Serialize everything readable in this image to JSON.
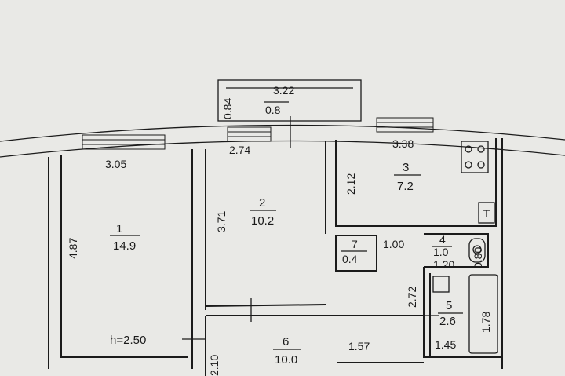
{
  "plan": {
    "balcony": {
      "dim_width": "3.22",
      "dim_depth": "0.84",
      "area": "0.8"
    },
    "rooms": [
      {
        "number": "1",
        "area": "14.9",
        "dim_width": "3.05",
        "dim_height": "4.87",
        "ceiling": "h=2.50"
      },
      {
        "number": "2",
        "area": "10.2",
        "dim_width": "2.74",
        "dim_height": "3.71"
      },
      {
        "number": "3",
        "area": "7.2",
        "dim_width": "3.38",
        "dim_height": "2.12"
      },
      {
        "number": "4",
        "area": "1.0",
        "dim_width": "1.20",
        "dim_height": "0.80"
      },
      {
        "number": "5",
        "area": "2.6",
        "dim_width": "1.45",
        "dim_height": "1.78"
      },
      {
        "number": "6",
        "area": "10.0",
        "dim_width": "1.57",
        "dim_height": "2.10"
      },
      {
        "number": "7",
        "area": "0.4",
        "dim_width": "1.00",
        "dim_height": "2.72"
      }
    ],
    "stove_symbol": "stove-icon",
    "toilet_symbol": "toilet-icon",
    "bathtub_symbol": "bathtub-icon",
    "kitchen_unit_symbol": "T"
  }
}
